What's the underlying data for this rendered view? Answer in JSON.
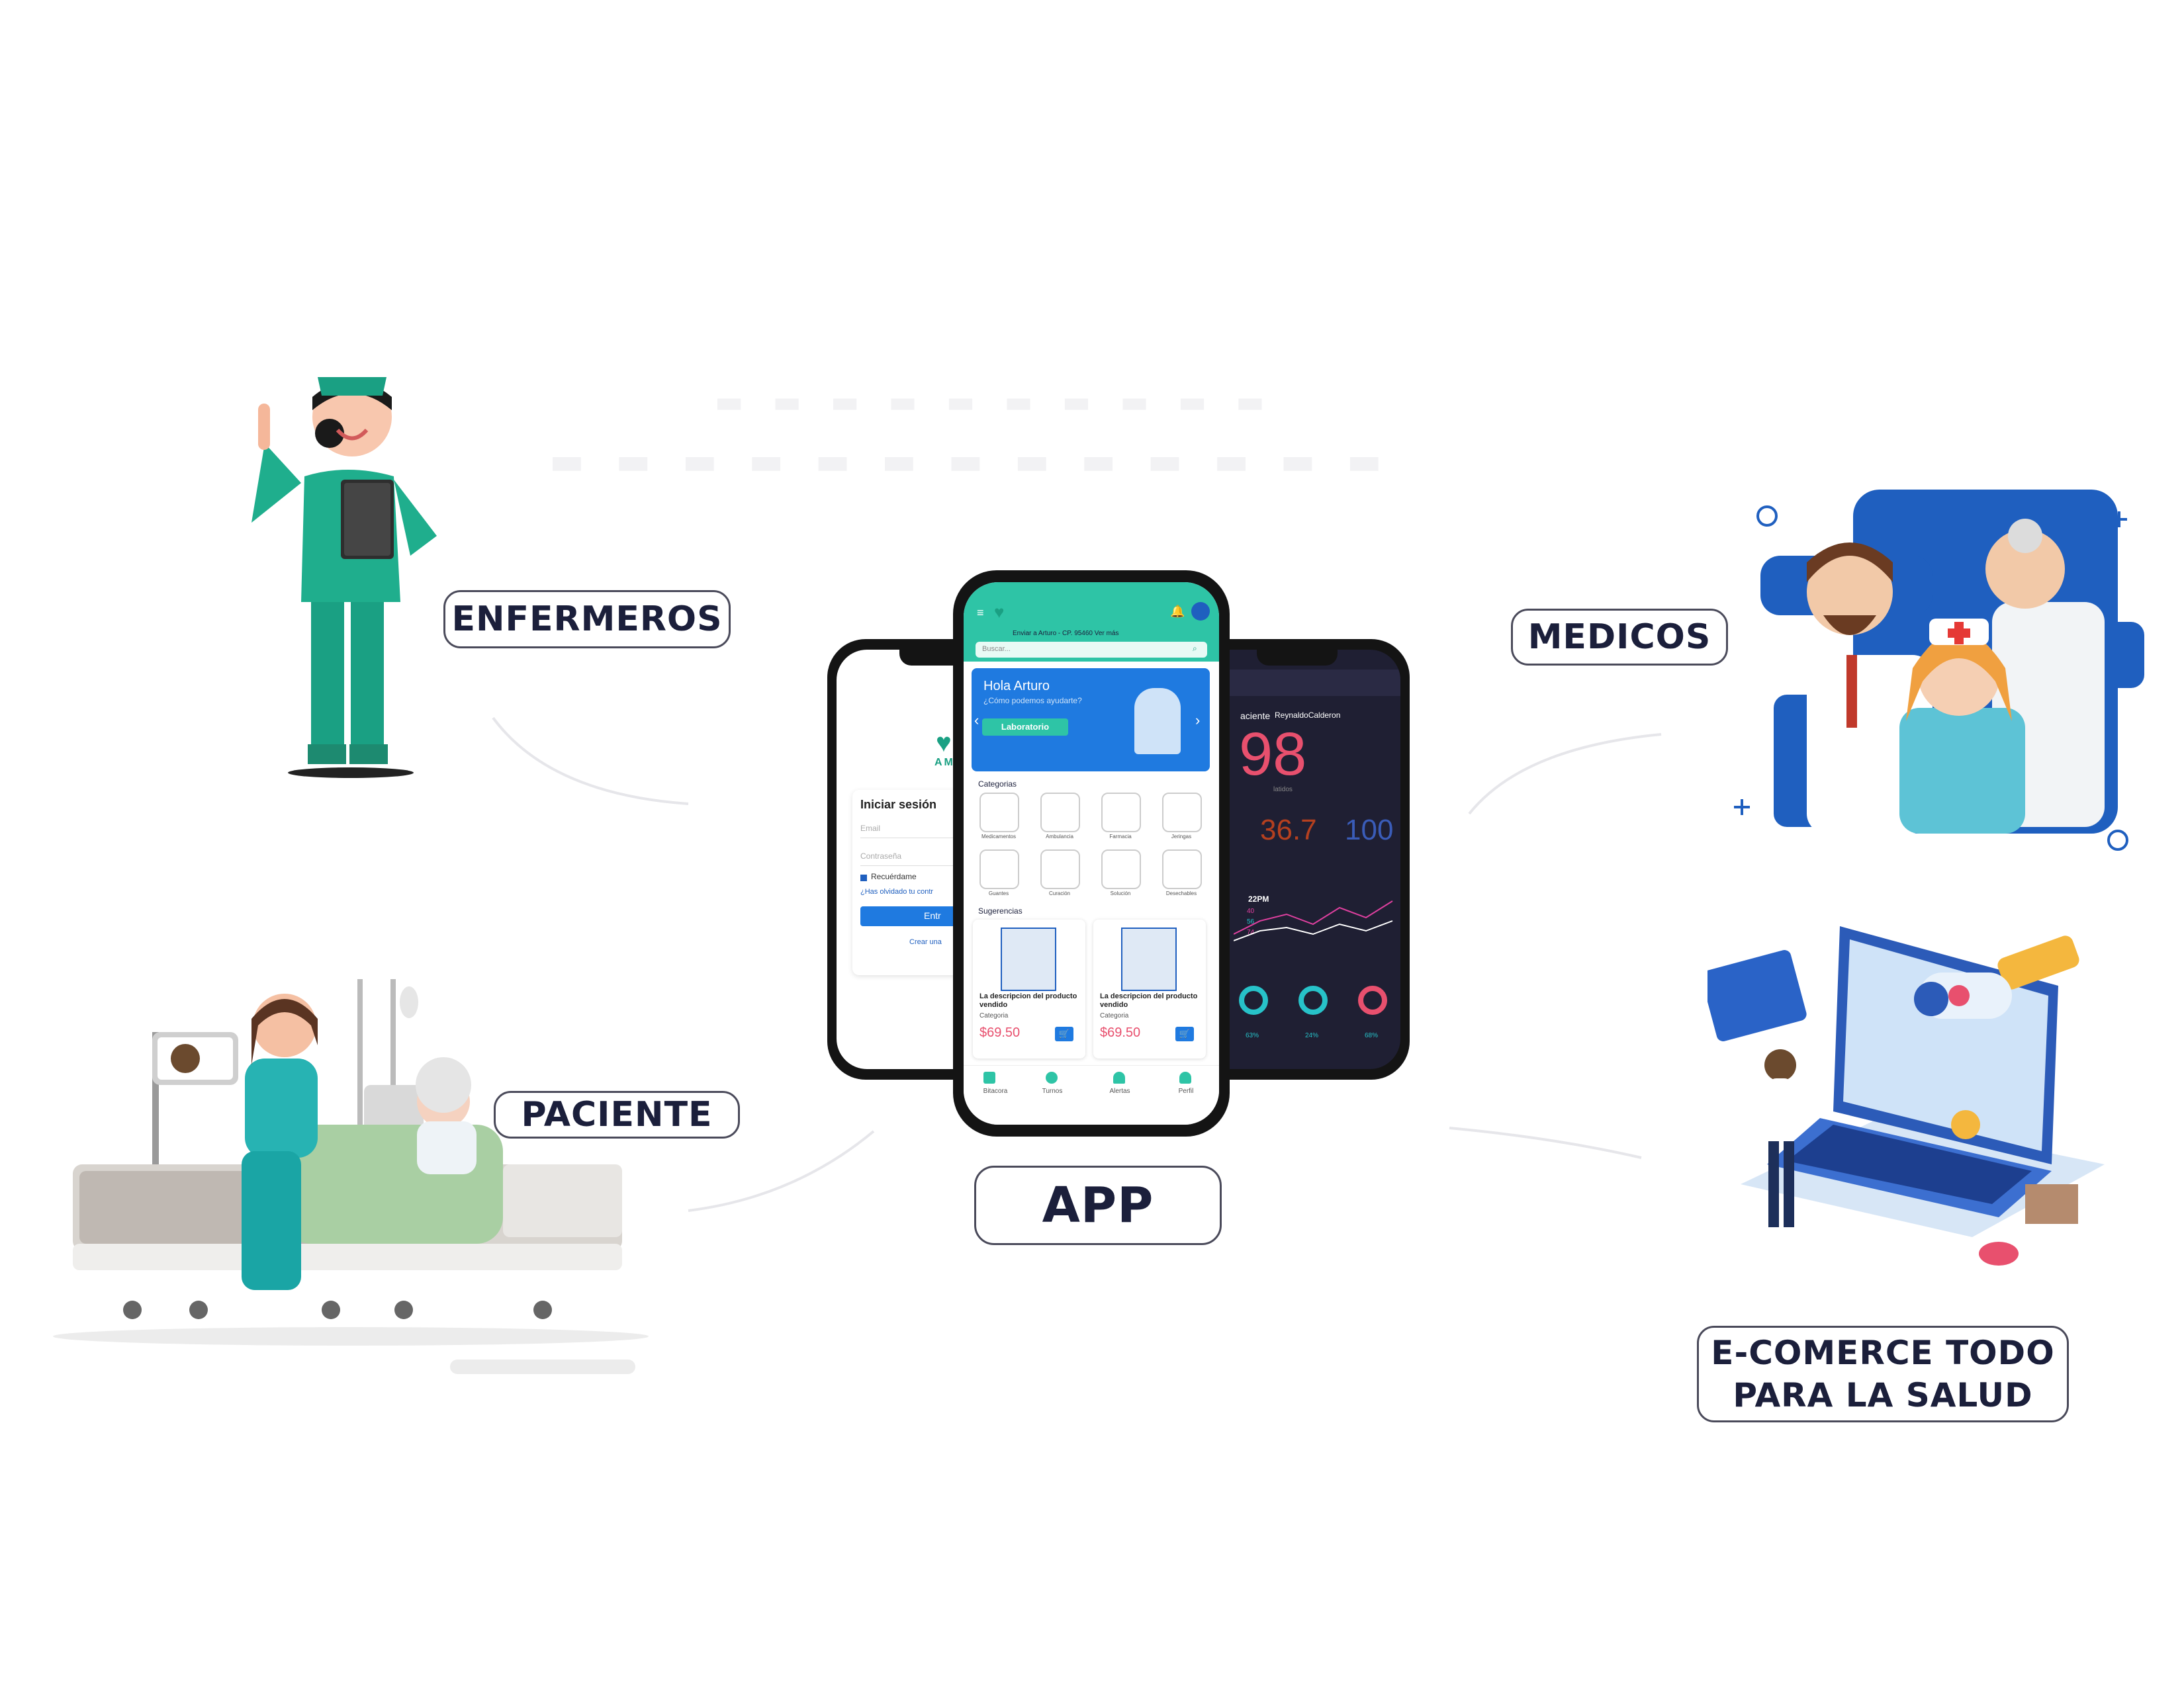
{
  "labels": {
    "enfermeros": "ENFERMEROS",
    "paciente": "PACIENTE",
    "app": "APP",
    "medicos": "MEDICOS",
    "ecommerce_line1": "E-COMERCE TODO",
    "ecommerce_line2": "PARA LA SALUD"
  },
  "phone_center": {
    "location": "Enviar a Arturo - CP. 95460 Ver más",
    "search_placeholder": "Buscar...",
    "banner_greeting": "Hola Arturo",
    "banner_question": "¿Cómo podemos ayudarte?",
    "banner_button": "Laboratorio",
    "categories_title": "Categorias",
    "categories": [
      "Medicamentos",
      "Ambulancia",
      "Farmacia",
      "Jeringas",
      "Guantes",
      "Curación",
      "Solución",
      "Desechables"
    ],
    "suggestions_title": "Sugerencias",
    "products": [
      {
        "name": "La descripcion del producto vendido",
        "category": "Categoria",
        "price": "$69.50"
      },
      {
        "name": "La descripcion del producto vendido",
        "category": "Categoria",
        "price": "$69.50"
      }
    ],
    "nav": [
      "Bitacora",
      "Turnos",
      "Alertas",
      "Perfil"
    ]
  },
  "phone_left": {
    "brand": "AME",
    "title": "Iniciar sesión",
    "email_placeholder": "Email",
    "password_placeholder": "Contraseña",
    "remember": "Recuérdame",
    "forgot": "¿Has olvidado tu contr",
    "enter_button": "Entr",
    "create": "Crear una"
  },
  "phone_right": {
    "patient_label": "aciente",
    "patient_name": "ReynaldoCalderon",
    "heart_rate": "98",
    "heart_caption": "latidos",
    "temperature": "36.7",
    "spo2": "100",
    "time_label": "22PM",
    "legend": [
      "40",
      "56",
      "74"
    ],
    "rings": [
      "63%",
      "24%",
      "68%"
    ],
    "colors": {
      "bg": "#1f1f33",
      "heart": "#e8506e",
      "temp": "#b5401f",
      "spo2": "#3a5cb8",
      "ring1": "#27c2c9",
      "ring2": "#e8506e"
    }
  },
  "colors": {
    "teal": "#1aa083",
    "navy": "#1b1f3b",
    "blue": "#1f5fbf",
    "screen_green": "#2ec4a6",
    "price_pink": "#e8506e"
  }
}
